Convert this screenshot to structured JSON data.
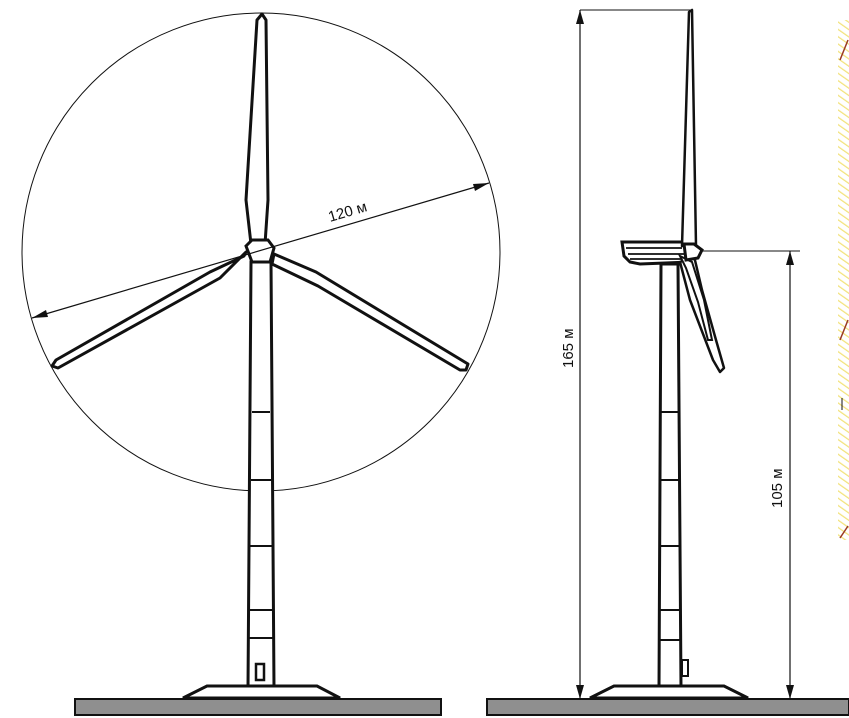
{
  "diagram": {
    "front_view": {
      "rotor_diameter_label": "120 м"
    },
    "side_view": {
      "total_height_label": "165 м",
      "hub_height_label": "105 м"
    },
    "colors": {
      "ink": "#111111",
      "ground": "#8f8f8f",
      "hatch": "#f2e27a",
      "hatch_accent": "#9a3a24"
    }
  }
}
